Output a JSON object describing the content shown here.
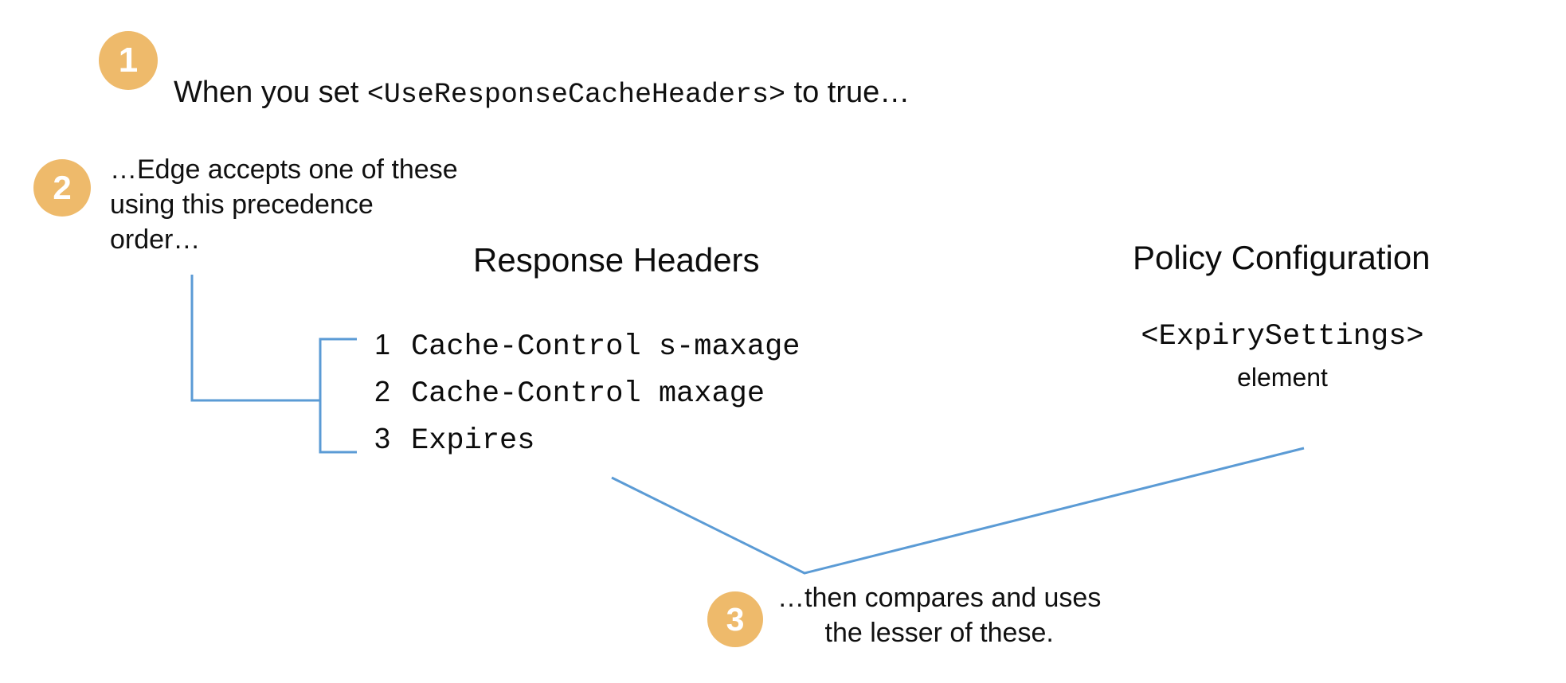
{
  "diagram": {
    "title": "UseResponseCacheHeaders precedence and comparison flow",
    "accent_color": "#eeba6b",
    "connector_color": "#5b9bd5",
    "text_color": "#101010",
    "background_color": "#ffffff"
  },
  "steps": [
    {
      "number": "1",
      "text_before_code": "When you set ",
      "code": "<UseResponseCacheHeaders>",
      "text_after_code": " to true…"
    },
    {
      "number": "2",
      "text": "…Edge accepts one of these\nusing this precedence\norder…"
    },
    {
      "number": "3",
      "text": "…then compares and uses\nthe lesser of these."
    }
  ],
  "columns": {
    "response_headers": {
      "heading": "Response Headers",
      "items": [
        {
          "rank": "1",
          "name": "Cache-Control s-maxage"
        },
        {
          "rank": "2",
          "name": "Cache-Control maxage"
        },
        {
          "rank": "3",
          "name": "Expires"
        }
      ]
    },
    "policy_configuration": {
      "heading": "Policy Configuration",
      "element_name": "<ExpirySettings>",
      "element_kind": "element"
    }
  }
}
